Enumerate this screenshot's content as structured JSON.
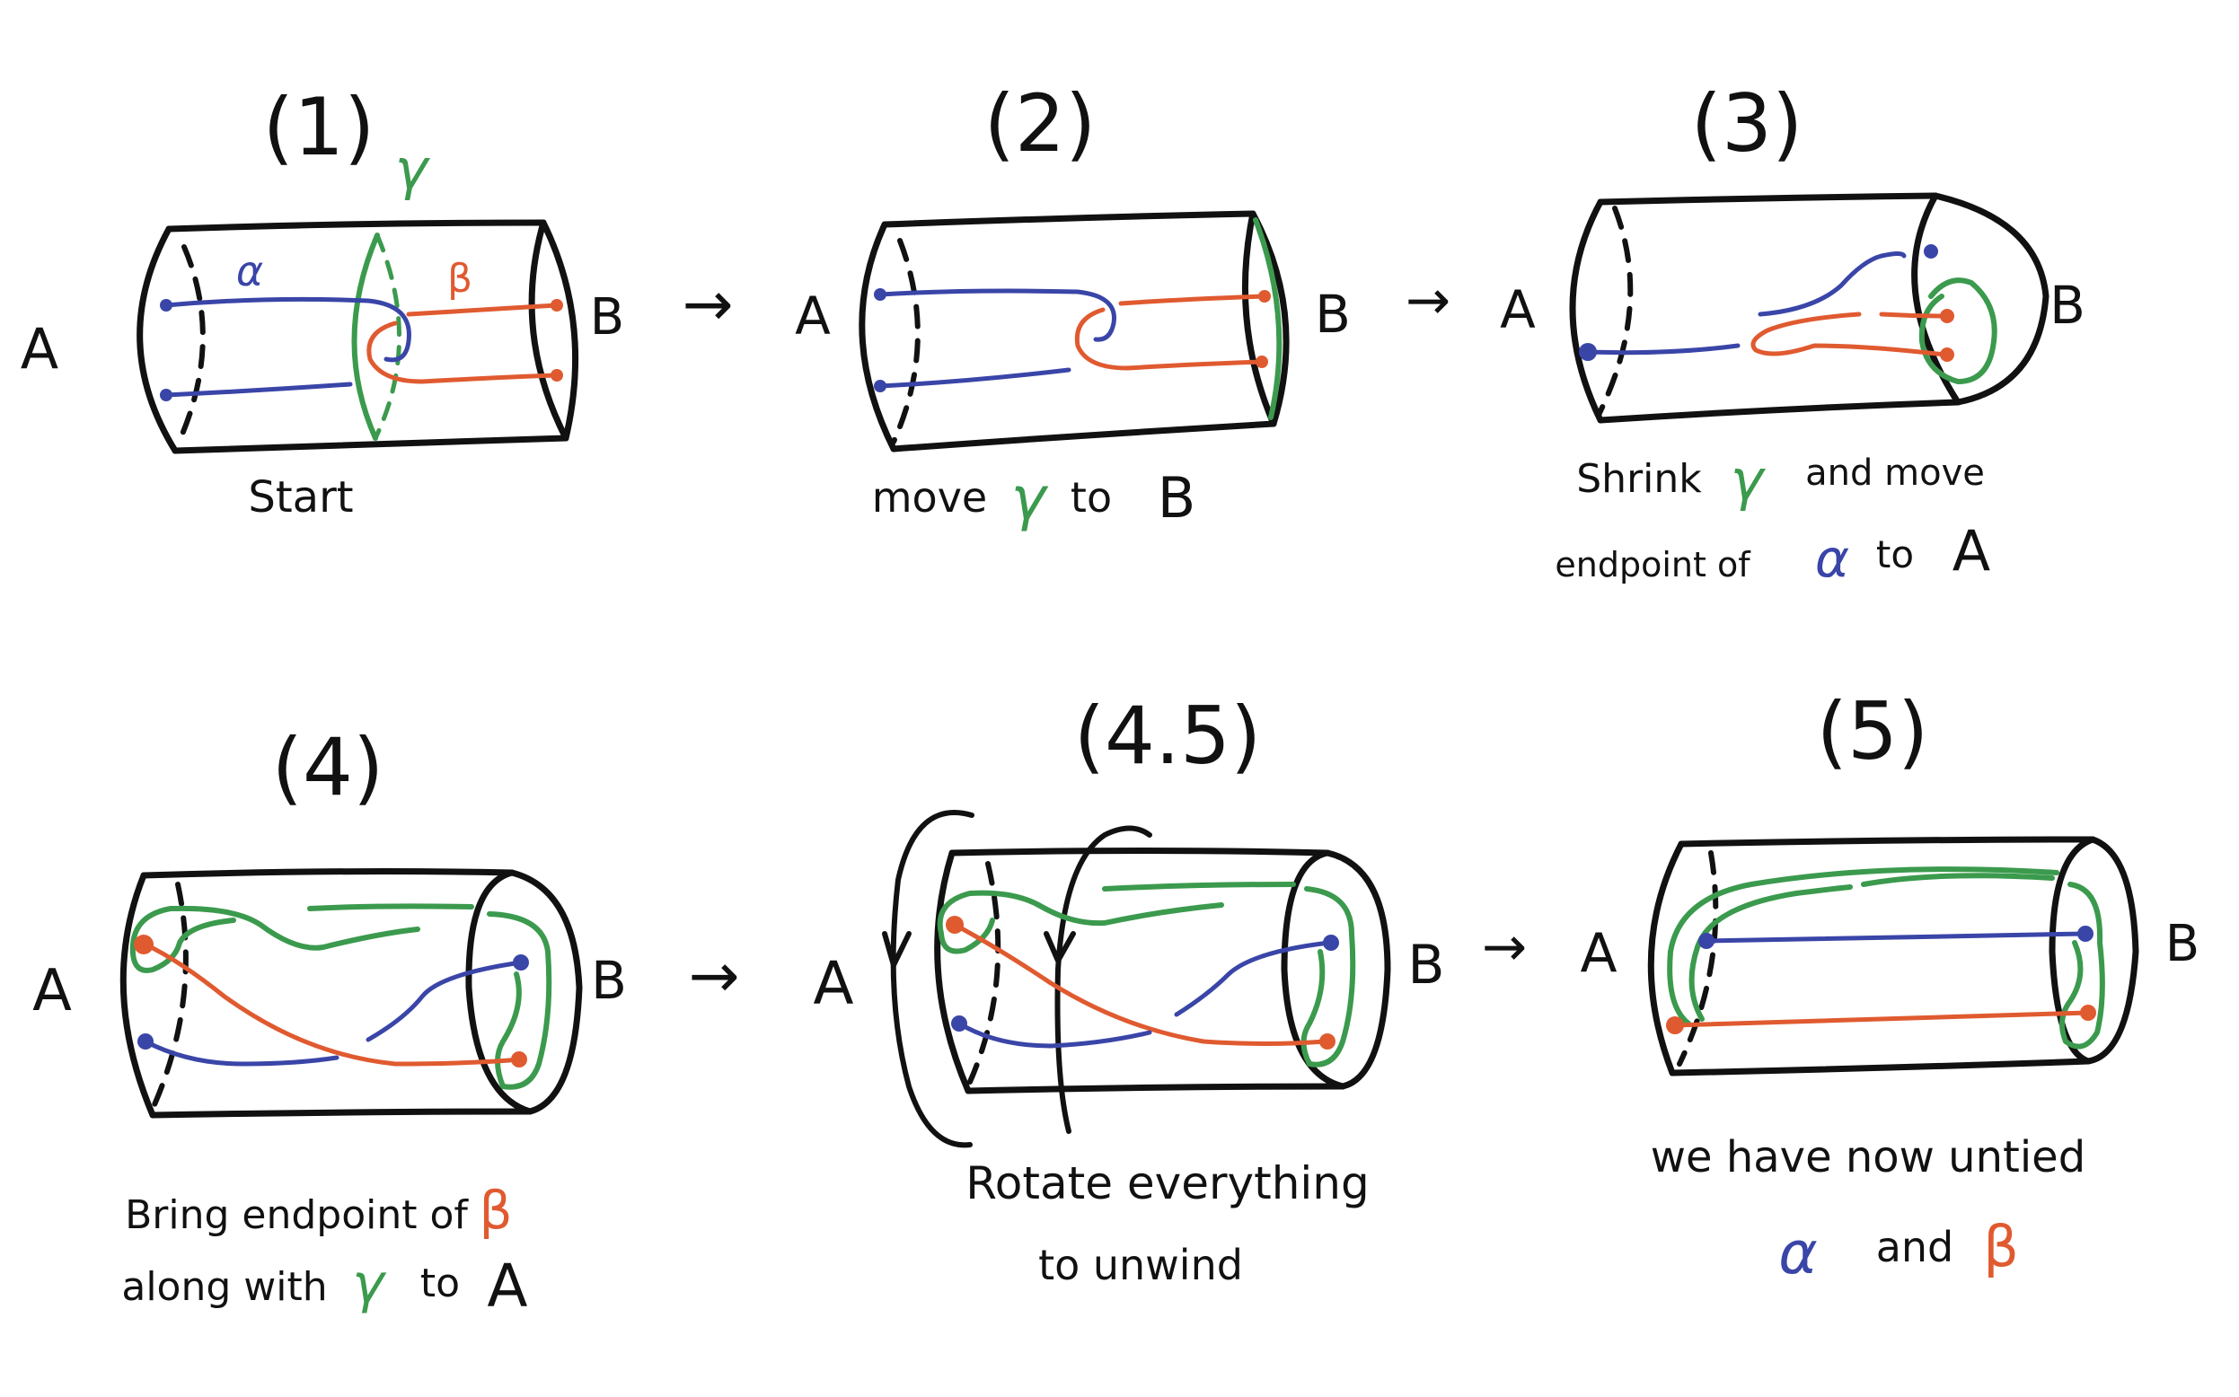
{
  "colors": {
    "ink": "#111111",
    "alpha": "#3a45a8",
    "beta": "#e05a30",
    "gamma": "#3b9a4d"
  },
  "symbols": {
    "alpha": "α",
    "beta": "β",
    "gamma": "γ",
    "arrow": "→"
  },
  "endpoints": {
    "A": "A",
    "B": "B"
  },
  "panels": [
    {
      "number": "(1)",
      "caption_line1": "Start",
      "caption_line2": ""
    },
    {
      "number": "(2)",
      "caption_line1": "move",
      "caption_line1_sym": "γ",
      "caption_line1_tail": "to",
      "caption_line1_end": "B"
    },
    {
      "number": "(3)",
      "caption_line1": "Shrink",
      "caption_line1_sym": "γ",
      "caption_line1_tail": "and move",
      "caption_line2": "endpoint of",
      "caption_line2_sym": "α",
      "caption_line2_tail": "to",
      "caption_line2_end": "A"
    },
    {
      "number": "(4)",
      "caption_line1": "Bring endpoint of",
      "caption_line1_sym": "β",
      "caption_line2": "along with",
      "caption_line2_sym": "γ",
      "caption_line2_tail": "to",
      "caption_line2_end": "A"
    },
    {
      "number": "(4.5)",
      "caption_line1": "Rotate everything",
      "caption_line2": "to unwind"
    },
    {
      "number": "(5)",
      "caption_line1": "we have now untied",
      "caption_line2_sym1": "α",
      "caption_line2": "and",
      "caption_line2_sym2": "β"
    }
  ]
}
